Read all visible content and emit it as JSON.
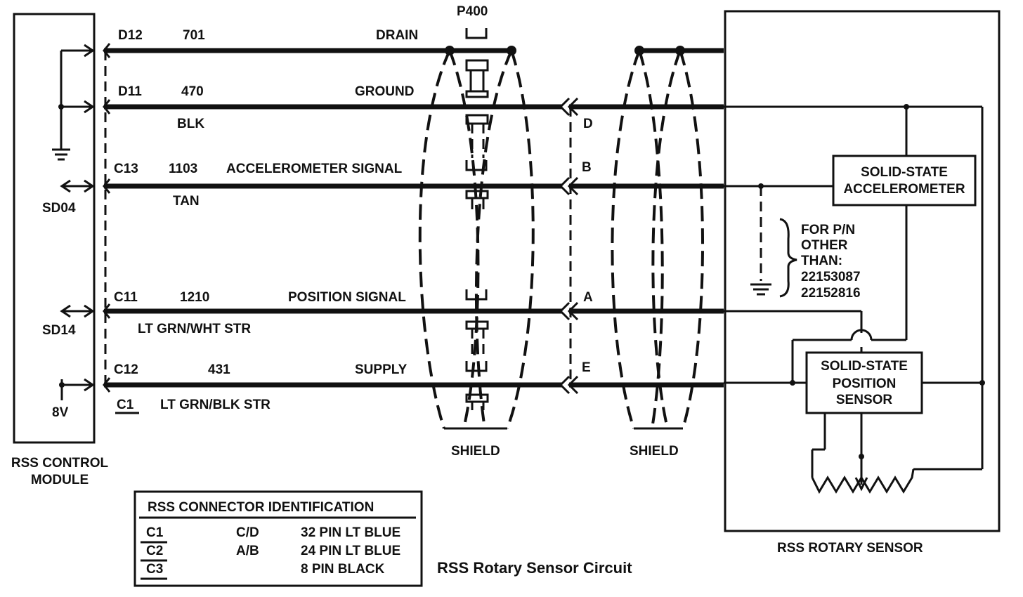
{
  "title": "RSS Rotary Sensor Circuit",
  "module": {
    "line1": "RSS CONTROL",
    "line2": "MODULE"
  },
  "sensor_label": "RSS ROTARY SENSOR",
  "connector_p400": "P400",
  "wires": {
    "drain": {
      "pin": "D12",
      "circuit": "701",
      "name": "DRAIN"
    },
    "ground": {
      "pin": "D11",
      "circuit": "470",
      "name": "GROUND",
      "color": "BLK",
      "term": "D"
    },
    "accel": {
      "pin": "C13",
      "circuit": "1103",
      "name": "ACCELEROMETER SIGNAL",
      "color": "TAN",
      "term": "B"
    },
    "position": {
      "pin": "C11",
      "circuit": "1210",
      "name": "POSITION SIGNAL",
      "color": "LT GRN/WHT STR",
      "term": "A"
    },
    "supply": {
      "pin": "C12",
      "circuit": "431",
      "name": "SUPPLY",
      "color": "LT GRN/BLK STR",
      "term": "E"
    }
  },
  "module_pins": {
    "sd04": "SD04",
    "sd14": "SD14",
    "v8": "8V",
    "c1": "C1"
  },
  "shield_labels": {
    "left": "SHIELD",
    "right": "SHIELD"
  },
  "accelerometer": {
    "line1": "SOLID-STATE",
    "line2": "ACCELEROMETER"
  },
  "position_sensor": {
    "line1": "SOLID-STATE",
    "line2": "POSITION",
    "line3": "SENSOR"
  },
  "note": {
    "line1": "FOR P/N",
    "line2": "OTHER",
    "line3": "THAN:",
    "line4": "22153087",
    "line5": "22152816"
  },
  "connector_table": {
    "header": "RSS CONNECTOR IDENTIFICATION",
    "rows": [
      {
        "id": "C1",
        "type": "C/D",
        "desc": "32 PIN LT BLUE"
      },
      {
        "id": "C2",
        "type": "A/B",
        "desc": "24 PIN LT BLUE"
      },
      {
        "id": "C3",
        "type": "",
        "desc": "8 PIN BLACK"
      }
    ]
  }
}
